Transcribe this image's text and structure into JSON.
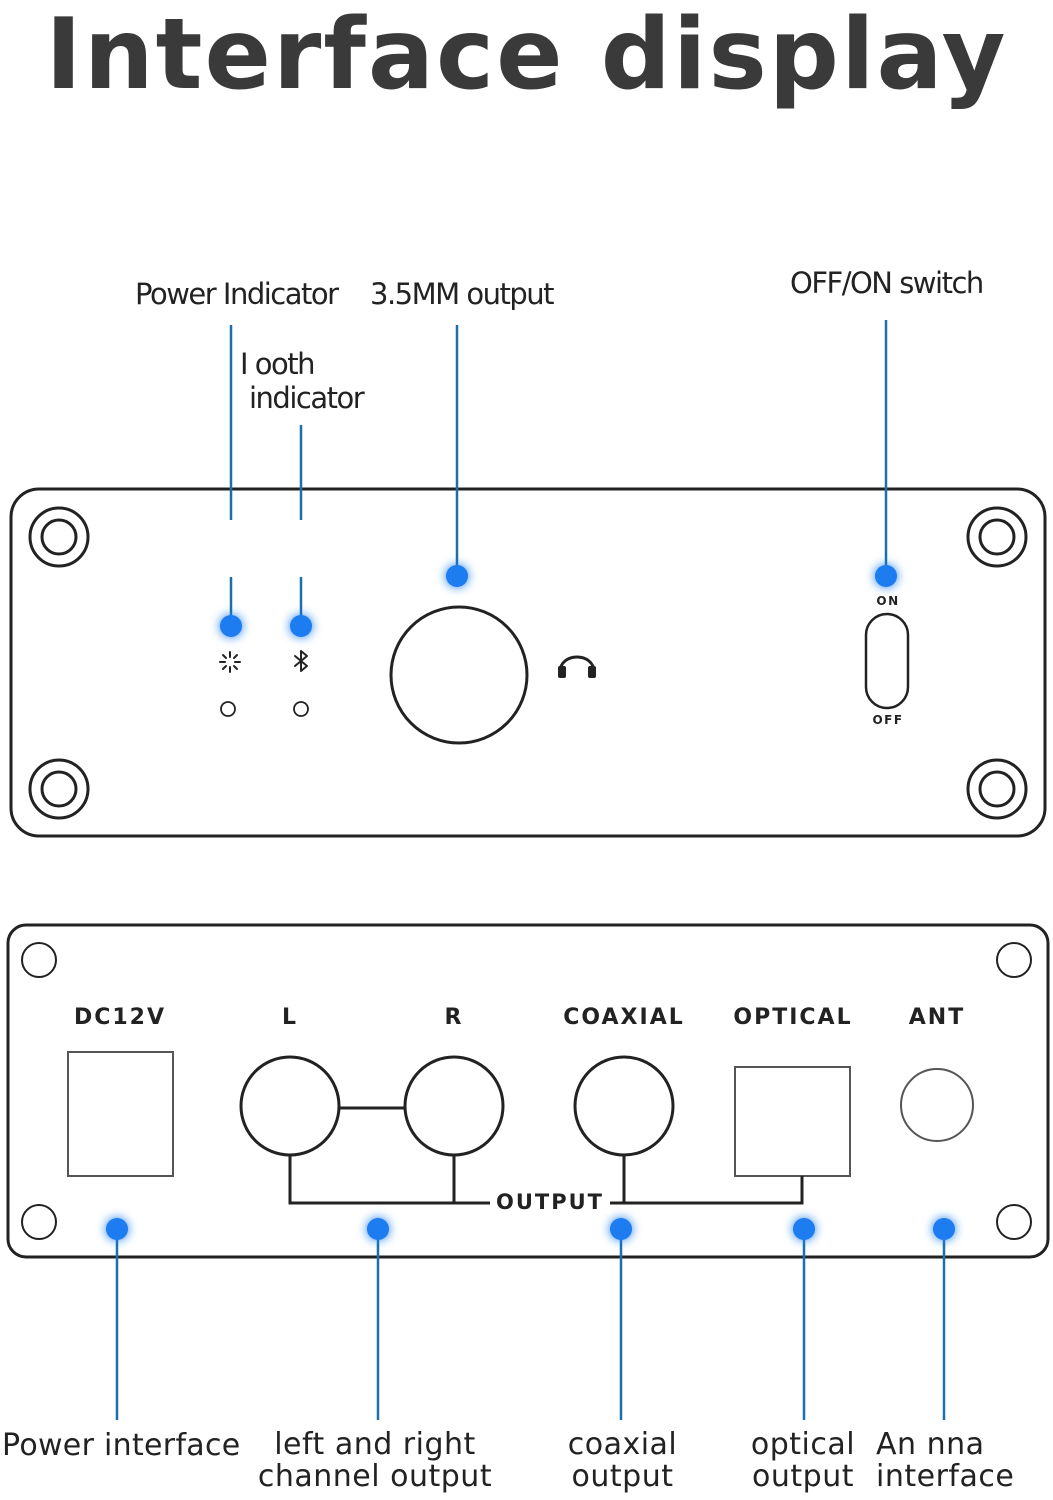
{
  "title": "Interface display",
  "front_panel": {
    "callouts": {
      "power_indicator": "Power Indicator",
      "bluetooth_indicator_line1": "I        ooth",
      "bluetooth_indicator_line2": "indicator",
      "headphone_output": "3.5MM output",
      "power_switch": "OFF/ON switch"
    },
    "switch": {
      "on_label": "ON",
      "off_label": "OFF"
    },
    "icons": {
      "power_led": "sun-icon",
      "bluetooth_led": "bluetooth-icon",
      "headphone": "headphone-icon"
    }
  },
  "rear_panel": {
    "port_labels": {
      "dc": "DC12V",
      "left": "L",
      "right": "R",
      "coaxial": "COAXIAL",
      "optical": "OPTICAL",
      "antenna": "ANT"
    },
    "output_label": "OUTPUT",
    "callouts": {
      "power_interface": "Power interface",
      "lr_line1": "left and right",
      "lr_line2": "channel output",
      "coax_line1": "coaxial",
      "coax_line2": "output",
      "opt_line1": "optical",
      "opt_line2": "output",
      "ant_line1": "An    nna",
      "ant_line2": "interface"
    }
  },
  "colors": {
    "marker": "#1a7cf0",
    "leader": "#1a6fb0",
    "outline": "#222222"
  }
}
